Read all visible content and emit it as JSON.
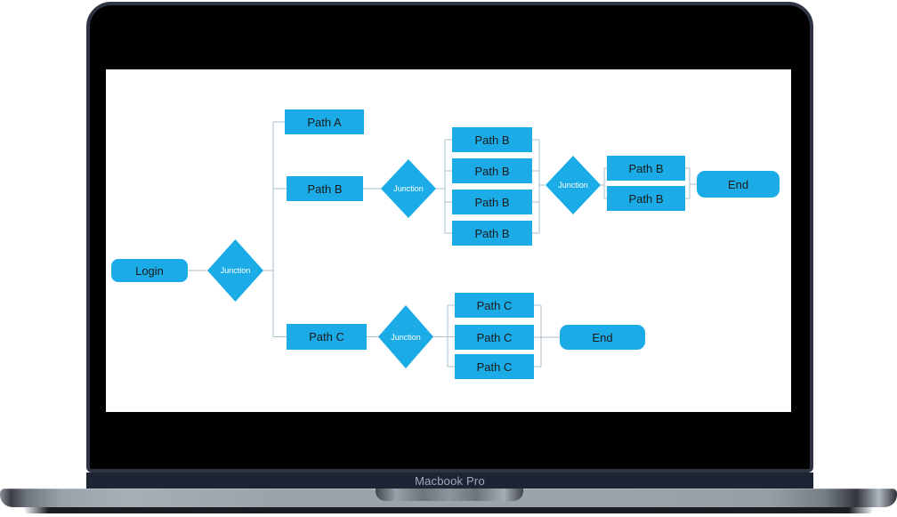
{
  "device": {
    "label": "Macbook Pro"
  },
  "colors": {
    "node_fill": "#1BACE8",
    "node_text": "#1A1A1A",
    "junction_text": "#FFFFFF",
    "connector": "#A7C0CE",
    "screen_bg": "#FFFFFF",
    "bezel_fill": "#000000",
    "bezel_border": "#2E3442",
    "hinge_bg": "#1D2433",
    "hinge_text": "#9FAAB8"
  },
  "diagram": {
    "nodes": [
      {
        "id": "login",
        "type": "start",
        "label": "Login"
      },
      {
        "id": "junction-1",
        "type": "decision",
        "label": "Junction"
      },
      {
        "id": "path-a",
        "type": "process",
        "label": "Path A"
      },
      {
        "id": "path-b",
        "type": "process",
        "label": "Path B"
      },
      {
        "id": "junction-2",
        "type": "decision",
        "label": "Junction"
      },
      {
        "id": "path-b-1",
        "type": "process",
        "label": "Path B"
      },
      {
        "id": "path-b-2",
        "type": "process",
        "label": "Path B"
      },
      {
        "id": "path-b-3",
        "type": "process",
        "label": "Path B"
      },
      {
        "id": "path-b-4",
        "type": "process",
        "label": "Path B"
      },
      {
        "id": "junction-3",
        "type": "decision",
        "label": "Junction"
      },
      {
        "id": "path-b-5",
        "type": "process",
        "label": "Path B"
      },
      {
        "id": "path-b-6",
        "type": "process",
        "label": "Path B"
      },
      {
        "id": "end-1",
        "type": "terminator",
        "label": "End"
      },
      {
        "id": "path-c",
        "type": "process",
        "label": "Path C"
      },
      {
        "id": "junction-4",
        "type": "decision",
        "label": "Junction"
      },
      {
        "id": "path-c-1",
        "type": "process",
        "label": "Path C"
      },
      {
        "id": "path-c-2",
        "type": "process",
        "label": "Path C"
      },
      {
        "id": "path-c-3",
        "type": "process",
        "label": "Path C"
      },
      {
        "id": "end-2",
        "type": "terminator",
        "label": "End"
      }
    ]
  }
}
